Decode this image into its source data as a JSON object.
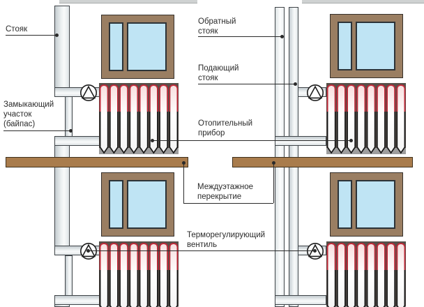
{
  "diagram": {
    "labels": {
      "riser": "Стояк",
      "bypass": "Замыкающий\nучасток\n(байпас)",
      "return_riser": "Обратный\nстояк",
      "supply_riser": "Подающий\nстояк",
      "heater": "Отопительный\nприбор",
      "floor_slab": "Междуэтажное\nперекрытие",
      "thermo_valve": "Терморегулирующий\nвентиль"
    },
    "symbols": {
      "pump_valve_icon": "circle-with-triangle valve symbol",
      "radiator_icon": "sectional radiator, hot red top / black bottom",
      "leader_dot": "black round leader-line terminator"
    },
    "colors": {
      "radiator_hot": "#c92c3c",
      "window_frame": "#9a7e62",
      "window_glass": "#bfe4f4",
      "slab": "#a97c4c",
      "pipe_outline": "#3f4448",
      "leader": "#2a2a2a"
    }
  }
}
